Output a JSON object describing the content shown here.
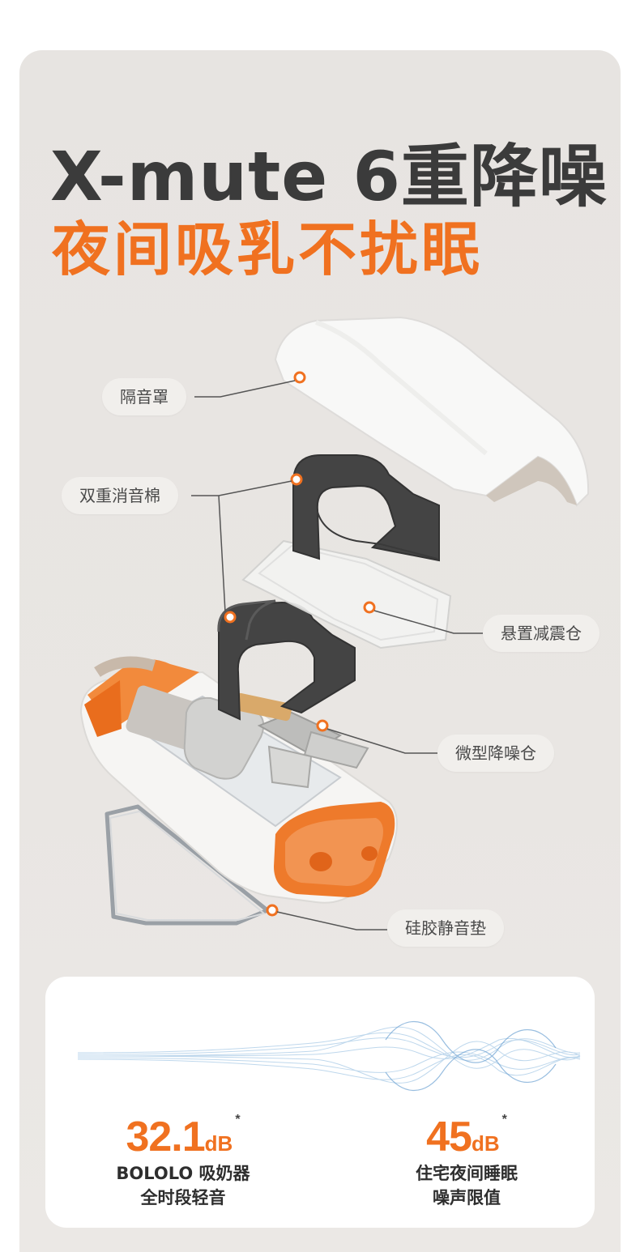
{
  "title": {
    "main": "X-mute 6重降噪",
    "sub": "夜间吸乳不扰眠"
  },
  "components": [
    {
      "id": "cover",
      "label": "隔音罩"
    },
    {
      "id": "foam",
      "label": "双重消音棉"
    },
    {
      "id": "suspension",
      "label": "悬置减震仓"
    },
    {
      "id": "micro",
      "label": "微型降噪仓"
    },
    {
      "id": "silicone",
      "label": "硅胶静音垫"
    }
  ],
  "stats": [
    {
      "value": "32.1",
      "unit": "dB",
      "mark": "*",
      "desc_line1": "BOLOLO 吸奶器",
      "desc_line2": "全时段轻音"
    },
    {
      "value": "45",
      "unit": "dB",
      "mark": "*",
      "desc_line1": "住宅夜间睡眠",
      "desc_line2": "噪声限值"
    }
  ],
  "colors": {
    "accent": "#f07120",
    "title": "#3b3b3b",
    "wave": "#8ab8de",
    "background": "#e8e5e2"
  }
}
